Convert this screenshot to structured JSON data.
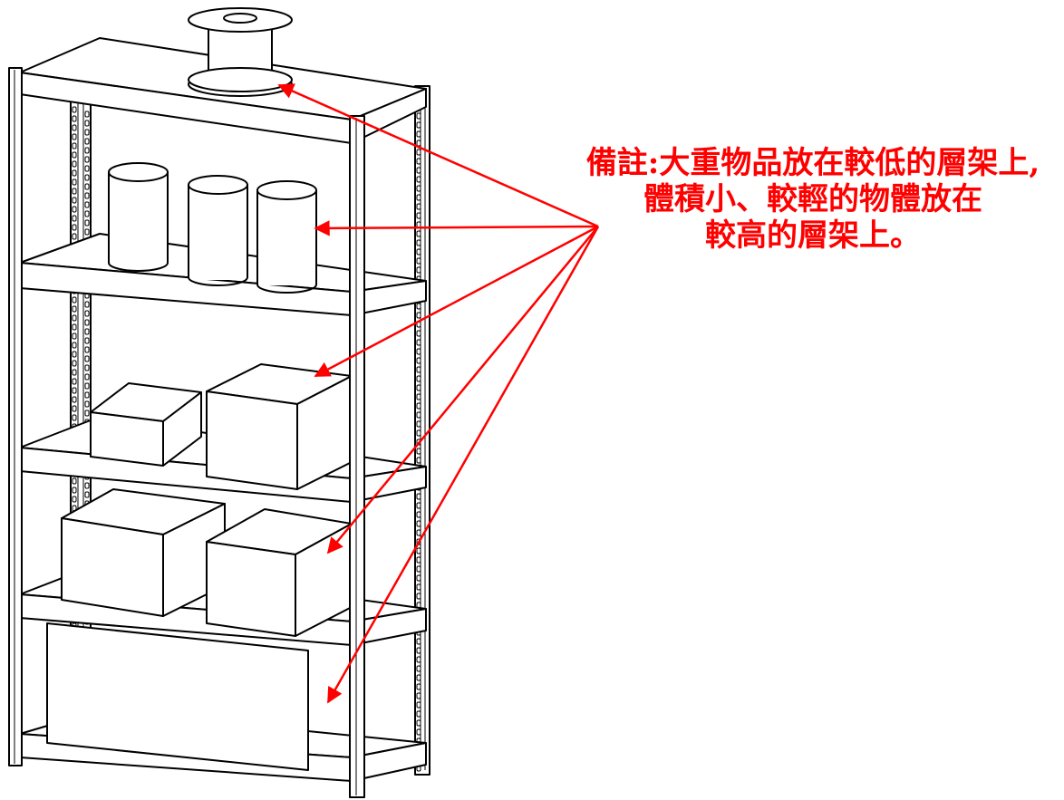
{
  "note": {
    "lines": [
      "備註:大重物品放在較低的層架上,",
      "體積小、較輕的物體放在",
      "較高的層架上。"
    ],
    "color": "#ff0000"
  },
  "colors": {
    "line": "#000000",
    "arrow": "#ff0000",
    "background": "#ffffff"
  }
}
